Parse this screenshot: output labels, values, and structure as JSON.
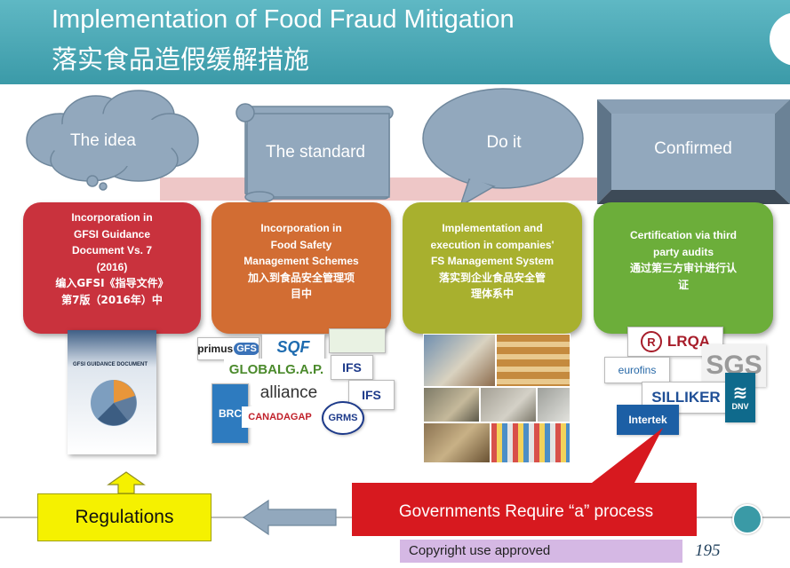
{
  "header": {
    "title_en": "Implementation of Food Fraud Mitigation",
    "title_cn": "落实食品造假缓解措施"
  },
  "steps": [
    {
      "shape_label": "The idea",
      "box_lines": [
        "Incorporation in",
        "GFSI Guidance",
        "Document Vs. 7",
        "(2016)",
        "编入GFSI《指导文件》",
        "第7版（2016年）中"
      ],
      "color": "#c9323d"
    },
    {
      "shape_label": "The standard",
      "box_lines": [
        "Incorporation in",
        "Food Safety",
        "Management Schemes",
        "加入到食品安全管理项",
        "目中"
      ],
      "color": "#d26d33"
    },
    {
      "shape_label": "Do it",
      "box_lines": [
        "Implementation and",
        "execution in companies'",
        "FS Management System",
        "落实到企业食品安全管",
        "理体系中"
      ],
      "color": "#a8b02e"
    },
    {
      "shape_label": "Confirmed",
      "box_lines": [
        "Certification via third",
        "party audits",
        "通过第三方审计进行认",
        "证"
      ],
      "color": "#6cae3a"
    }
  ],
  "document": {
    "label": "GFSI GUIDANCE DOCUMENT"
  },
  "logos": {
    "primus": "primus",
    "primus_gfs": "GFS",
    "sqf": "SQF",
    "globalgap": "GLOBALG.A.P.",
    "ifs1": "IFS",
    "alliance": "alliance",
    "ifs2": "IFS",
    "brc": "BRC",
    "canadagap": "CANADAGAP",
    "grms": "GRMS",
    "lrqa_r": "R",
    "lrqa": "LRQA",
    "eurofins": "eurofins",
    "sgs": "SGS",
    "silliker": "SILLIKER",
    "intertek": "Intertek",
    "dnv": "DNV"
  },
  "regulations": {
    "label": "Regulations"
  },
  "governments": {
    "label": "Governments Require “a” process"
  },
  "copyright": {
    "label": "Copyright use approved"
  },
  "page_number": "195",
  "colors": {
    "header": "#4aa9b6",
    "shape_gray": "#92a8bd",
    "regulations_bg": "#f5f100",
    "governments_bg": "#d7191f",
    "copyright_bg": "#d5b8e4"
  }
}
